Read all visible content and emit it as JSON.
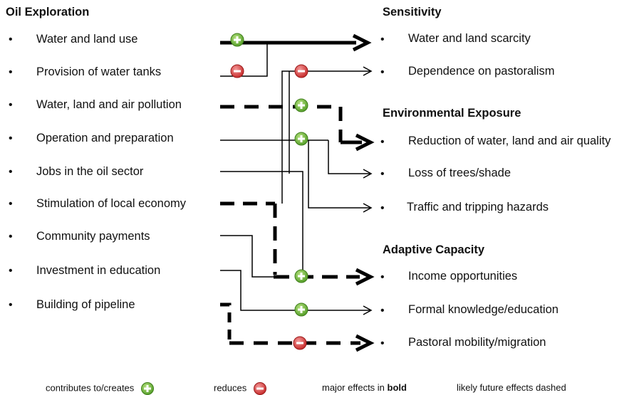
{
  "left": {
    "heading": "Oil Exploration",
    "items": [
      "Water and land use",
      "Provision of water tanks",
      "Water, land and air pollution",
      "Operation and preparation",
      "Jobs in the oil sector",
      "Stimulation of local economy",
      "Community payments",
      "Investment in education",
      "Building of pipeline"
    ]
  },
  "right": {
    "sensitivity": {
      "heading": "Sensitivity",
      "items": [
        "Water and land scarcity",
        "Dependence on pastoralism"
      ]
    },
    "exposure": {
      "heading": "Environmental Exposure",
      "items": [
        "Reduction of water, land and air quality",
        "Loss of trees/shade",
        "Traffic and tripping hazards"
      ]
    },
    "adaptive": {
      "heading": "Adaptive Capacity",
      "items": [
        "Income opportunities",
        "Formal knowledge/education",
        "Pastoral mobility/migration"
      ]
    }
  },
  "bullet_char": "•",
  "legend": {
    "contributes": "contributes to/creates",
    "reduces": "reduces",
    "major_prefix": "major effects in ",
    "major_bold": "bold",
    "dashed": "likely future effects dashed"
  },
  "colors": {
    "plus": "#5fae2e",
    "minus": "#d63a3a",
    "line": "#000000"
  }
}
